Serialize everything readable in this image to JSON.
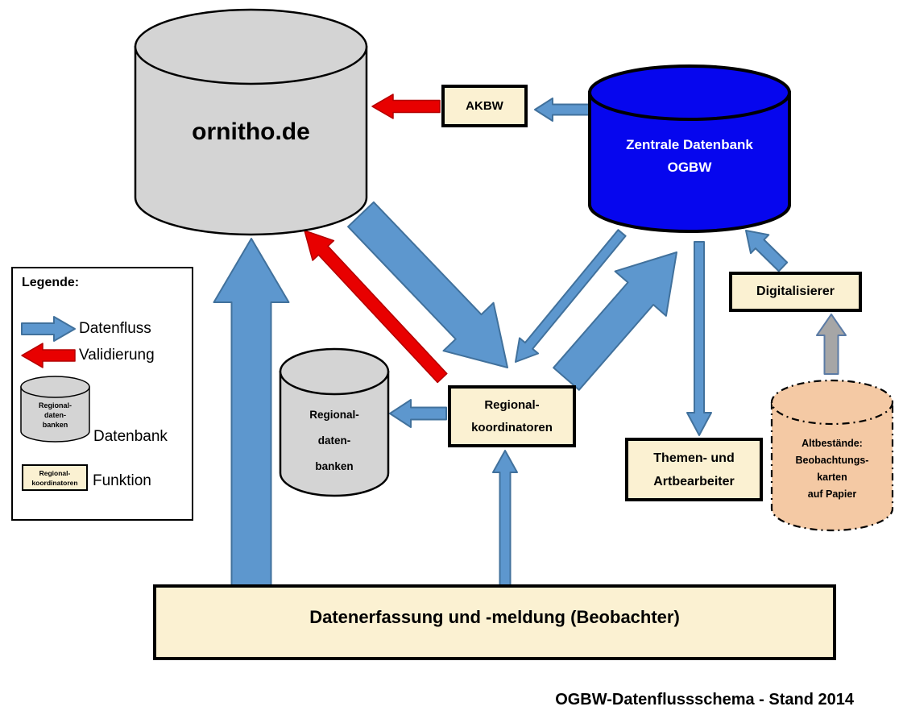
{
  "nodes": {
    "ornitho": {
      "label": "ornitho.de"
    },
    "zentrale_datenbank": {
      "lines": [
        "Zentrale Datenbank",
        "OGBW"
      ]
    },
    "akbw": {
      "label": "AKBW"
    },
    "regionaldatenbanken": {
      "lines": [
        "Regional-",
        "daten-",
        "banken"
      ]
    },
    "regionalkoordinatoren": {
      "lines": [
        "Regional-",
        "koordinatoren"
      ]
    },
    "themen_artbearbeiter": {
      "lines": [
        "Themen- und",
        "Artbearbeiter"
      ]
    },
    "digitalisierer": {
      "label": "Digitalisierer"
    },
    "altbestaende": {
      "lines": [
        "Altbestände:",
        "Beobachtungs-",
        "karten",
        "auf Papier"
      ]
    },
    "datenerfassung": {
      "label": "Datenerfassung und -meldung (Beobachter)"
    }
  },
  "legend": {
    "title": "Legende:",
    "datenfluss_label": "Datenfluss",
    "validierung_label": "Validierung",
    "datenbank_label": "Datenbank",
    "funktion_label": "Funktion",
    "db_sample_lines": [
      "Regional-",
      "daten-",
      "banken"
    ],
    "funktion_sample_lines": [
      "Regional-",
      "koordinatoren"
    ]
  },
  "footer": {
    "caption": "OGBW-Datenflussschema - Stand 2014"
  },
  "colors": {
    "flow_arrow_fill": "#5D97CE",
    "flow_arrow_stroke": "#41719C",
    "validation_arrow_fill": "#E80000",
    "validation_arrow_stroke": "#B30000",
    "scan_arrow_fill": "#A6A6A6",
    "scan_arrow_stroke": "#5B7BA5",
    "database_gray": "#D4D4D4",
    "database_blue": "#0606EE",
    "function_box_fill": "#FBF1D2",
    "paper_archive_fill": "#F4C9A4"
  }
}
